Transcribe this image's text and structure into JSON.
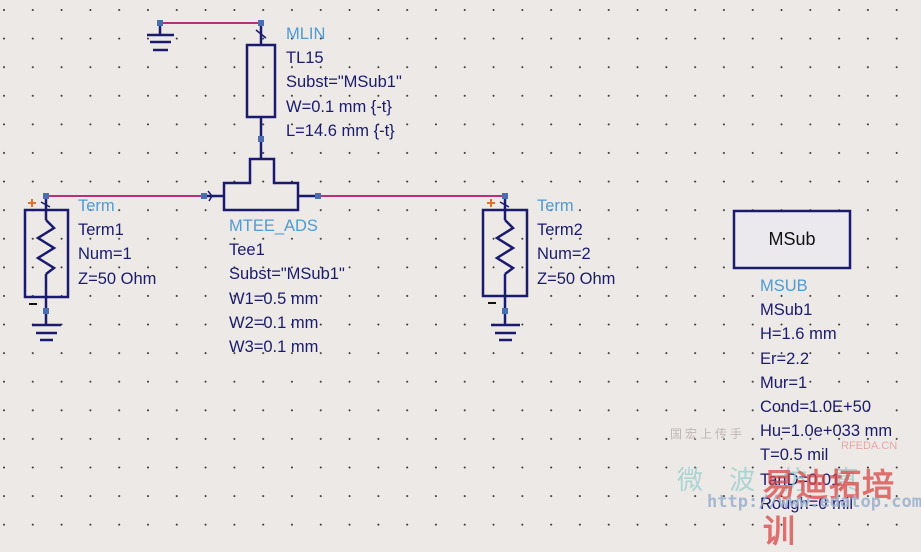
{
  "schematic": {
    "components": {
      "mlin": {
        "type": "MLIN",
        "name": "TL15",
        "params": [
          "Subst=\"MSub1\"",
          "W=0.1 mm {-t}",
          "L=14.6 mm {-t}"
        ]
      },
      "tee": {
        "type": "MTEE_ADS",
        "name": "Tee1",
        "params": [
          "Subst=\"MSub1\"",
          "W1=0.5 mm",
          "W2=0.1 mm",
          "W3=0.1 mm"
        ]
      },
      "term1": {
        "type": "Term",
        "name": "Term1",
        "params": [
          "Num=1",
          "Z=50 Ohm"
        ]
      },
      "term2": {
        "type": "Term",
        "name": "Term2",
        "params": [
          "Num=2",
          "Z=50 Ohm"
        ]
      },
      "msub": {
        "box_label": "MSub",
        "type": "MSUB",
        "name": "MSub1",
        "params": [
          "H=1.6 mm",
          "Er=2.2",
          "Mur=1",
          "Cond=1.0E+50",
          "Hu=1.0e+033 mm",
          "T=0.5 mil",
          "TanD=0.01",
          "Rough=0 mil"
        ]
      }
    },
    "pin_symbols": {
      "plus": "+",
      "minus": "−"
    },
    "colors": {
      "wire": "#b8307a",
      "component": "#1a1a6e",
      "pin": "#4a6fb0",
      "type_label": "#4f9bd3",
      "instance_label": "#1b1b6e",
      "plus_sign": "#e0702a"
    }
  },
  "watermark": {
    "small_cn": "国宏上传手",
    "big_cn": "微波仿真",
    "rfeda": "RFEDA.CN",
    "brand_cn": "易迪拓培训",
    "url": "http://www.edatop.com"
  }
}
